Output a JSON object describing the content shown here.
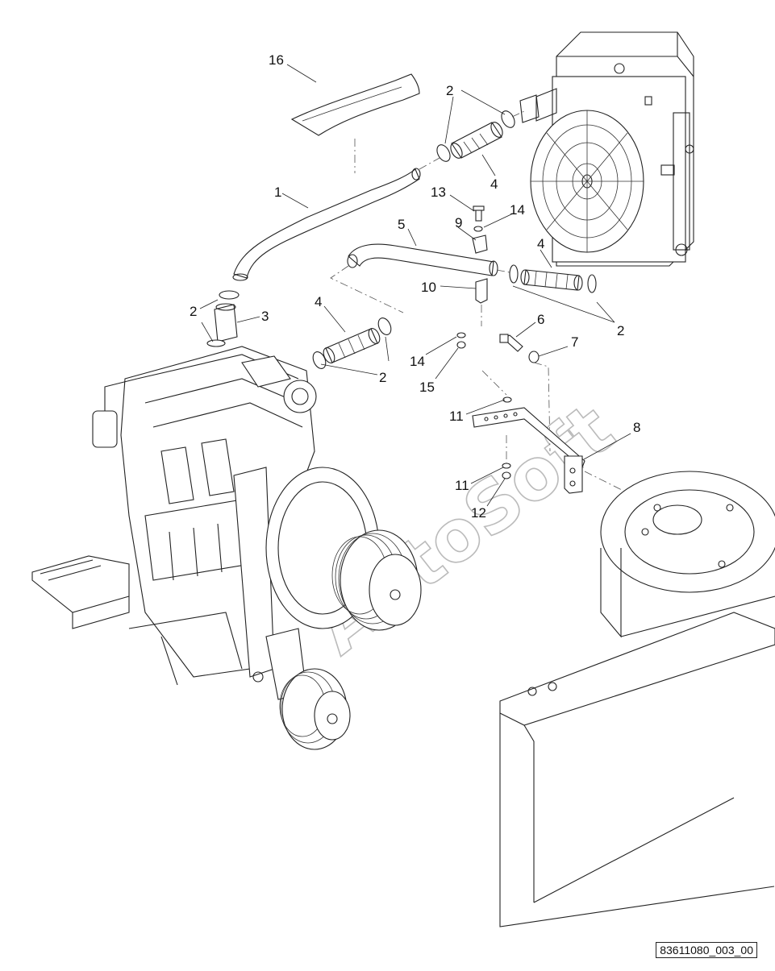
{
  "diagram": {
    "drawing_id": "83611080_003_00",
    "watermark": "AutoSoft",
    "part_labels": [
      "16",
      "2",
      "1",
      "4",
      "13",
      "14",
      "9",
      "5",
      "4",
      "10",
      "2",
      "3",
      "4",
      "2",
      "14",
      "15",
      "6",
      "7",
      "2",
      "11",
      "8",
      "11",
      "12"
    ]
  }
}
